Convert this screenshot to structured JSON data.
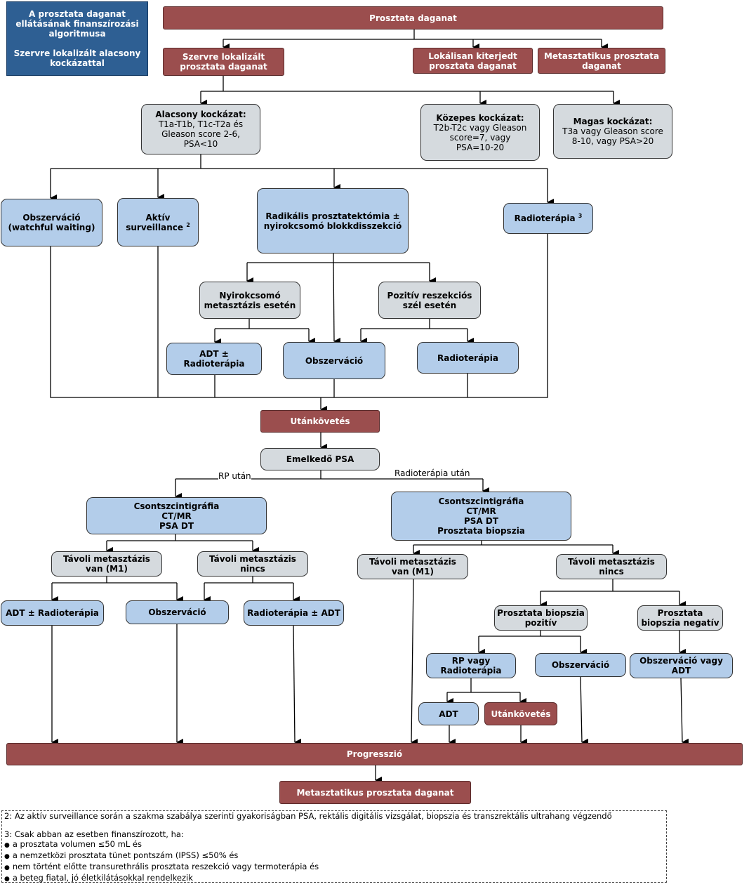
{
  "header": {
    "title_lines": [
      "A prosztata daganat",
      "ellátásának finanszírozási",
      "algoritmusa"
    ],
    "subtitle_lines": [
      "Szervre lokalizált alacsony",
      "kockázattal"
    ]
  },
  "nodes": {
    "prostate_cancer": {
      "lines": [
        "Prosztata daganat"
      ]
    },
    "organ_confined": {
      "lines": [
        "Szervre lokalizált",
        "prosztata daganat"
      ]
    },
    "locally_advanced": {
      "lines": [
        "Lokálisan kiterjedt",
        "prosztata daganat"
      ]
    },
    "metastatic_top": {
      "lines": [
        "Metasztatikus prosztata",
        "daganat"
      ]
    },
    "low_risk": {
      "heading": "Alacsony kockázat",
      "heading_suffix": ":",
      "lines": [
        "T1a-T1b, T1c-T2a és",
        "Gleason score   2-6,",
        "PSA<10"
      ]
    },
    "intermediate_risk": {
      "heading": "Közepes kockázat:",
      "lines": [
        "T2b-T2c vagy Gleason",
        "score=7, vagy",
        "PSA=10-20"
      ]
    },
    "high_risk": {
      "heading": "Magas kockázat:",
      "lines": [
        "T3a vagy Gleason score",
        "8-10, vagy PSA>20"
      ]
    },
    "watchful_waiting": {
      "lines": [
        "Obszerváció",
        "(watchful waiting)"
      ]
    },
    "active_surveillance": {
      "lines": [
        "Aktív",
        "surveillance"
      ],
      "sup": "2"
    },
    "radical_prostatectomy": {
      "lines": [
        "Radikális prosztatektómia ±",
        "nyirokcsomó blokkdisszekció"
      ]
    },
    "radiotherapy_1": {
      "lines": [
        "Radioterápia"
      ],
      "sup": "3"
    },
    "lymph_node_metastasis": {
      "lines": [
        "Nyirokcsomó",
        "metasztázis esetén"
      ]
    },
    "positive_margin": {
      "lines": [
        "Pozitív reszekciós",
        "szél esetén"
      ]
    },
    "adt_radiotherapy_1": {
      "lines": [
        "ADT ±",
        "Radioterápia"
      ]
    },
    "observation_1": {
      "lines": [
        "Obszerváció"
      ]
    },
    "radiotherapy_2": {
      "lines": [
        "Radioterápia"
      ]
    },
    "follow_up_1": {
      "lines": [
        "Utánkövetés"
      ]
    },
    "rising_psa": {
      "lines": [
        "Emelkedő PSA"
      ]
    },
    "imaging_after_rp": {
      "lines": [
        "Csontszcintigráfia",
        "CT/MR",
        "PSA DT"
      ]
    },
    "imaging_after_rt": {
      "lines": [
        "Csontszcintigráfia",
        "CT/MR",
        "PSA DT",
        "Prosztata biopszia"
      ]
    },
    "distant_mets_yes_1": {
      "lines": [
        "Távoli metasztázis",
        "van (M1)"
      ]
    },
    "distant_mets_no_1": {
      "lines": [
        "Távoli metasztázis",
        "nincs"
      ]
    },
    "distant_mets_yes_2": {
      "lines": [
        "Távoli metasztázis",
        "van (M1)"
      ]
    },
    "distant_mets_no_2": {
      "lines": [
        "Távoli metasztázis",
        "nincs"
      ]
    },
    "adt_radiotherapy_2": {
      "lines": [
        "ADT ± Radioterápia"
      ]
    },
    "observation_2": {
      "lines": [
        "Obszerváció"
      ]
    },
    "radiotherapy_adt": {
      "lines": [
        "Radioterápia ± ADT"
      ]
    },
    "biopsy_positive": {
      "lines": [
        "Prosztata biopszia",
        "pozitív"
      ]
    },
    "biopsy_negative": {
      "lines": [
        "Prosztata",
        "biopszia negatív"
      ]
    },
    "rp_or_radiotherapy": {
      "lines": [
        "RP vagy",
        "Radioterápia"
      ]
    },
    "observation_3": {
      "lines": [
        "Obszerváció"
      ]
    },
    "observation_or_adt": {
      "lines": [
        "Obszerváció vagy",
        "ADT"
      ]
    },
    "adt": {
      "lines": [
        "ADT"
      ]
    },
    "follow_up_2": {
      "lines": [
        "Utánkövetés"
      ]
    },
    "progression": {
      "lines": [
        "Progresszió"
      ]
    },
    "metastatic_bottom": {
      "lines": [
        "Metasztatikus prosztata daganat"
      ]
    }
  },
  "edge_labels": {
    "after_rp": "RP után",
    "after_radiotherapy": "Radioterápia után"
  },
  "footnotes": {
    "note2": "2: Az aktív surveillance során a szakma szabálya szerinti gyakoriságban PSA, rektális digitális vizsgálat, biopszia és transzrektális ultrahang végzendő",
    "note3_intro": "3: Csak abban az esetben finanszírozott, ha:",
    "note3_items": [
      "a prosztata volumen ≤50 mL és",
      "a nemzetközi prosztata tünet pontszám (IPSS) ≤50% és",
      "nem történt előtte transurethrális prosztata reszekció vagy termoterápia és",
      "a beteg fiatal, jó életkilátásokkal rendelkezik"
    ]
  }
}
